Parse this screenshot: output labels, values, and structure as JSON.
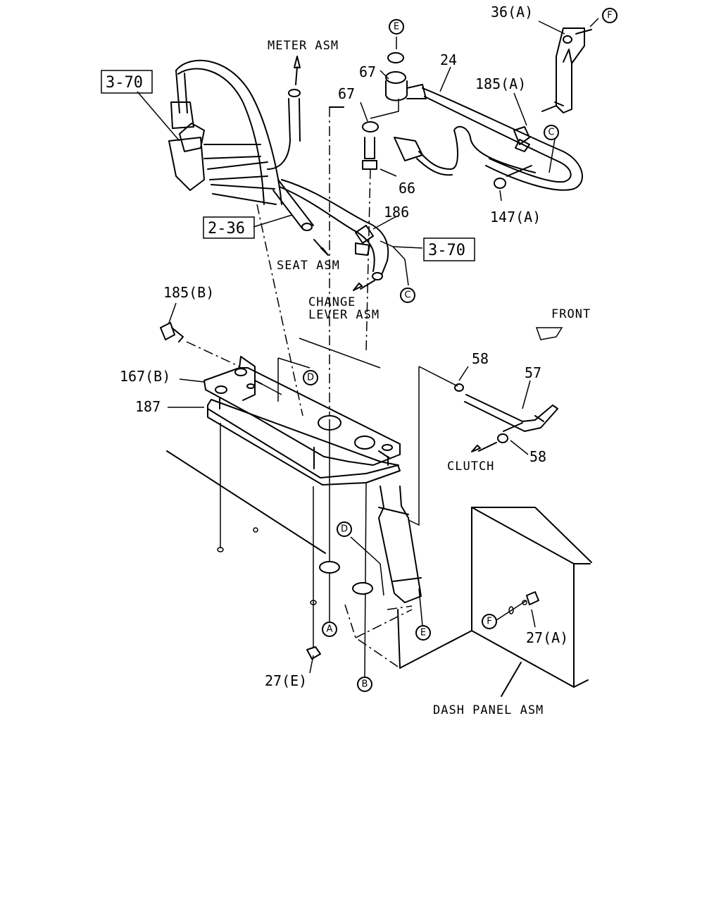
{
  "diagram": {
    "boxed_refs": [
      "3-70",
      "2-36",
      "3-70"
    ],
    "destinations": {
      "meter": "METER ASM",
      "seat": "SEAT ASM",
      "change_1": "CHANGE",
      "change_2": "LEVER ASM",
      "front": "FRONT",
      "clutch": "CLUTCH",
      "dash": "DASH PANEL ASM"
    },
    "part_numbers": {
      "p36a": "36(A)",
      "p24": "24",
      "p67a": "67",
      "p67b": "67",
      "p185a": "185(A)",
      "p66": "66",
      "p147a": "147(A)",
      "p186": "186",
      "p185b": "185(B)",
      "p167b": "167(B)",
      "p187": "187",
      "p58a": "58",
      "p57": "57",
      "p58b": "58",
      "p27a": "27(A)",
      "p27e": "27(E)"
    },
    "callouts": {
      "e_top": "E",
      "f_top": "F",
      "c_top": "C",
      "c_mid": "C",
      "d_plate": "D",
      "d_low": "D",
      "a_low": "A",
      "e_low": "E",
      "b_low": "B",
      "f_low": "F"
    }
  }
}
